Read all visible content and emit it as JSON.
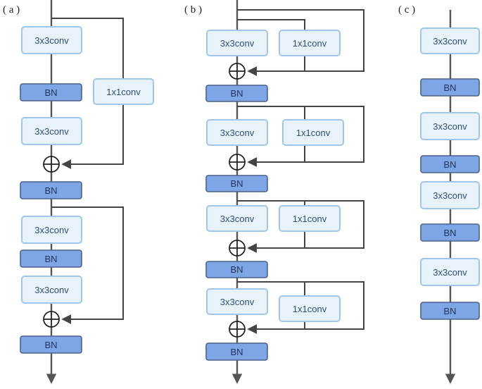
{
  "panels": {
    "a": {
      "label": "( a )"
    },
    "b": {
      "label": "( b )"
    },
    "c": {
      "label": "( c )"
    }
  },
  "blocks": {
    "conv3": "3x3conv",
    "conv1": "1x1conv",
    "bn": "BN"
  },
  "colors": {
    "conv_fill": "#e8f2fb",
    "conv_stroke": "#9fc7ee",
    "bn_fill": "#7ea6e6",
    "bn_stroke": "#4b628a",
    "line": "#444444"
  }
}
